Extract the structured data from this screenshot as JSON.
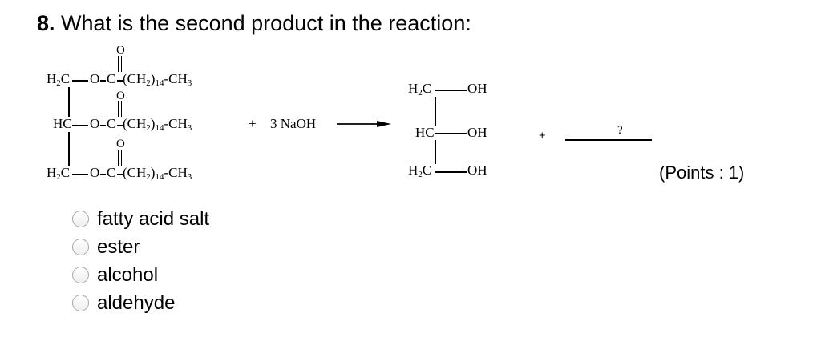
{
  "question": {
    "number": "8.",
    "text": "What is the second product in the reaction:",
    "points_label": "(Points : 1)"
  },
  "reaction": {
    "reactant": {
      "rows": [
        {
          "carbon": "H2C",
          "ester": "O",
          "carbonyl_c": "C",
          "carbonyl_o": "O",
          "chain": "(CH2)14",
          "terminal": "CH3"
        },
        {
          "carbon": "HC",
          "ester": "O",
          "carbonyl_c": "C",
          "carbonyl_o": "O",
          "chain": "(CH2)14",
          "terminal": "CH3"
        },
        {
          "carbon": "H2C",
          "ester": "O",
          "carbonyl_c": "C",
          "carbonyl_o": "O",
          "chain": "(CH2)14",
          "terminal": "CH3"
        }
      ]
    },
    "plus_1": "+",
    "reagent": "3 NaOH",
    "arrow": "right-arrow",
    "product_glycerol": {
      "rows": [
        {
          "carbon": "H2C",
          "group": "OH"
        },
        {
          "carbon": "HC",
          "group": "OH"
        },
        {
          "carbon": "H2C",
          "group": "OH"
        }
      ]
    },
    "plus_2": "+",
    "unknown_product": "?"
  },
  "options": [
    {
      "label": "fatty acid salt",
      "selected": false
    },
    {
      "label": "ester",
      "selected": false
    },
    {
      "label": "alcohol",
      "selected": false
    },
    {
      "label": "aldehyde",
      "selected": false
    }
  ]
}
